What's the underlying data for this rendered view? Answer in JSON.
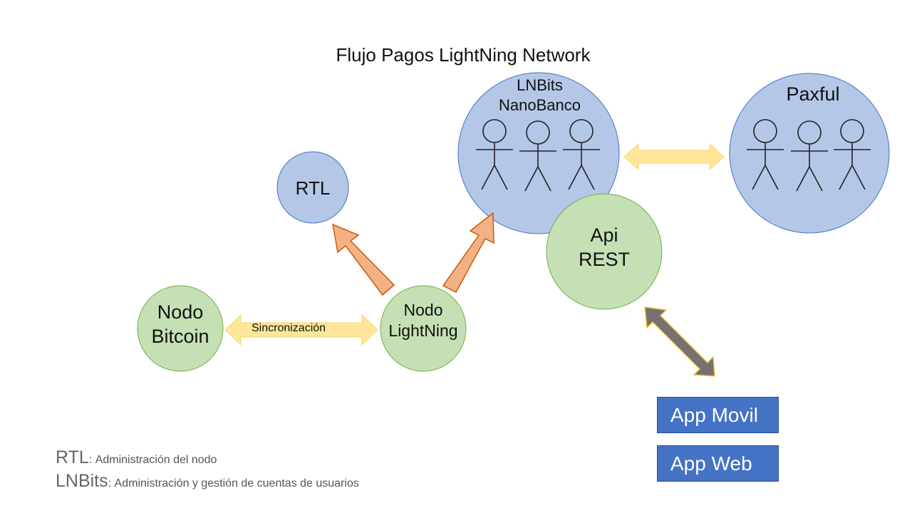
{
  "title": "Flujo Pagos LightNing Network",
  "nodes": {
    "lnbits": {
      "line1": "LNBits",
      "line2": "NanoBanco"
    },
    "paxful": {
      "label": "Paxful"
    },
    "rtl": {
      "label": "RTL"
    },
    "api": {
      "line1": "Api",
      "line2": "REST"
    },
    "nodo_bitcoin": {
      "line1": "Nodo",
      "line2": "Bitcoin"
    },
    "nodo_lightning": {
      "line1": "Nodo",
      "line2": "LightNing"
    }
  },
  "arrows": {
    "sync_label": "Sincronización"
  },
  "apps": {
    "movil": "App Movil",
    "web": "App Web"
  },
  "legend": [
    {
      "key": "RTL",
      "sep": ":",
      "desc": "Administración del nodo"
    },
    {
      "key": "LNBits",
      "sep": ":",
      "desc": "Administración y gestión de cuentas de usuarios"
    }
  ],
  "colors": {
    "blue_circle": "#b4c7e7",
    "green_circle": "#c5e0b4",
    "orange_arrow": "#f4b183",
    "yellow_arrow": "#ffe699",
    "gray_arrow": "#767171",
    "app_button": "#4472c4"
  }
}
